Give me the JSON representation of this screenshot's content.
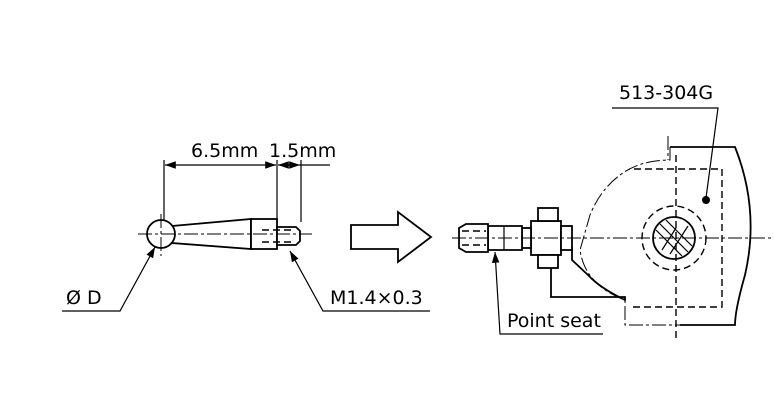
{
  "labels": {
    "dim_tip_length": "6.5mm",
    "dim_thread_length": "1.5mm",
    "ball_diameter": "Ø D",
    "thread_spec": "M1.4×0.3",
    "part_number": "513-304G",
    "point_seat": "Point seat"
  }
}
